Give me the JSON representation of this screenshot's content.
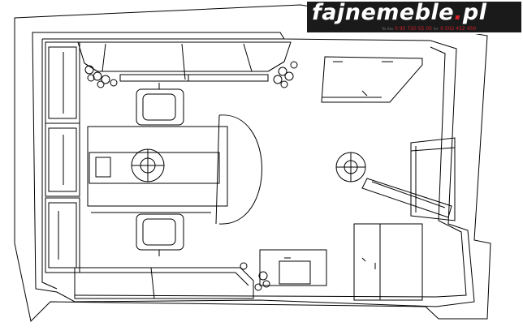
{
  "logo": {
    "brand": "fajnemeble",
    "dot": ".",
    "tld": "pl",
    "phone_label_1": "Tel./fax",
    "phone_1": "0 95 720 55 05",
    "phone_label_2": "tel.",
    "phone_2": "0 502 452 450",
    "colors": {
      "bar": "#1a1a1a",
      "text": "#ffffff",
      "accent": "#d4202a"
    }
  },
  "drawing": {
    "style": "black line drawing on white background",
    "line_color": "#000000",
    "elements": [
      "room-walls",
      "windows",
      "corner-plants",
      "office-chairs",
      "desk-with-round-end",
      "desk-lamps",
      "cabinets",
      "side-table"
    ]
  }
}
